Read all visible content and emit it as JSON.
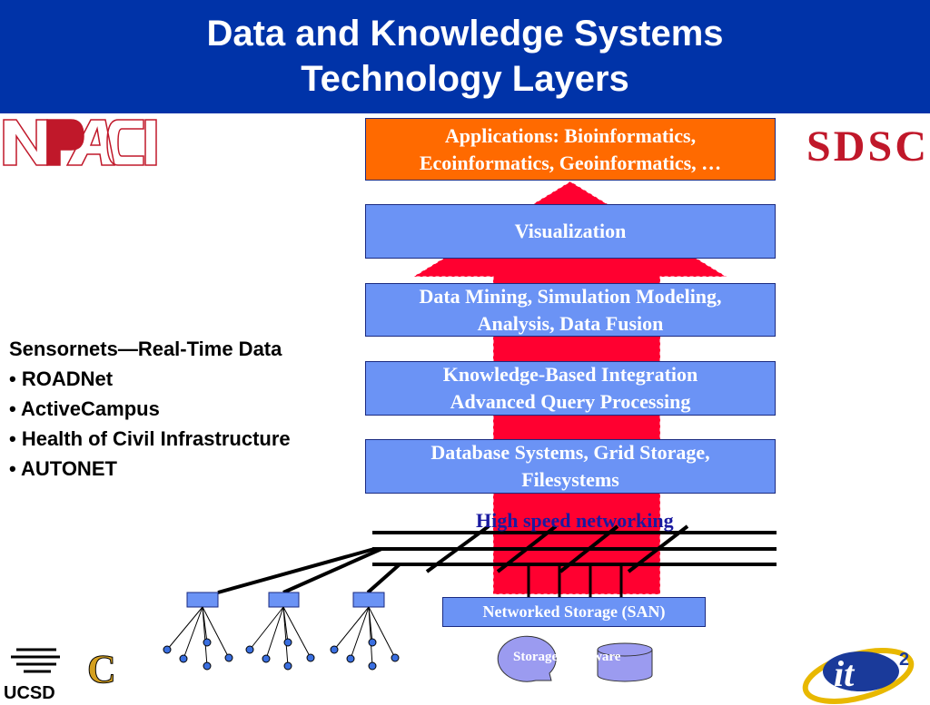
{
  "title_line1": "Data and Knowledge Systems",
  "title_line2": "Technology Layers",
  "logos": {
    "npaci": "NPACI",
    "sdsc": "SDSC",
    "ucsd": "UCSD",
    "it2": "it2"
  },
  "layers": [
    {
      "line1": "Applications: Bioinformatics,",
      "line2": "Ecoinformatics, Geoinformatics, …"
    },
    {
      "line1": "Visualization",
      "line2": ""
    },
    {
      "line1": "Data Mining, Simulation Modeling,",
      "line2": "Analysis, Data Fusion"
    },
    {
      "line1": "Knowledge-Based Integration",
      "line2": "Advanced Query Processing"
    },
    {
      "line1": "Database Systems, Grid Storage,",
      "line2": "Filesystems"
    }
  ],
  "sensornets": {
    "heading": "Sensornets—Real-Time Data",
    "items": [
      "• ROADNet",
      "• ActiveCampus",
      "• Health of Civil Infrastructure",
      "• AUTONET"
    ]
  },
  "networking_label": "High speed networking",
  "san_label": "Networked Storage (SAN)",
  "storage_label": "Storage Hardware",
  "colors": {
    "header": "#0033a8",
    "arrow": "#ff0030",
    "layer": "#6b93f5",
    "apps": "#ff6a00"
  }
}
